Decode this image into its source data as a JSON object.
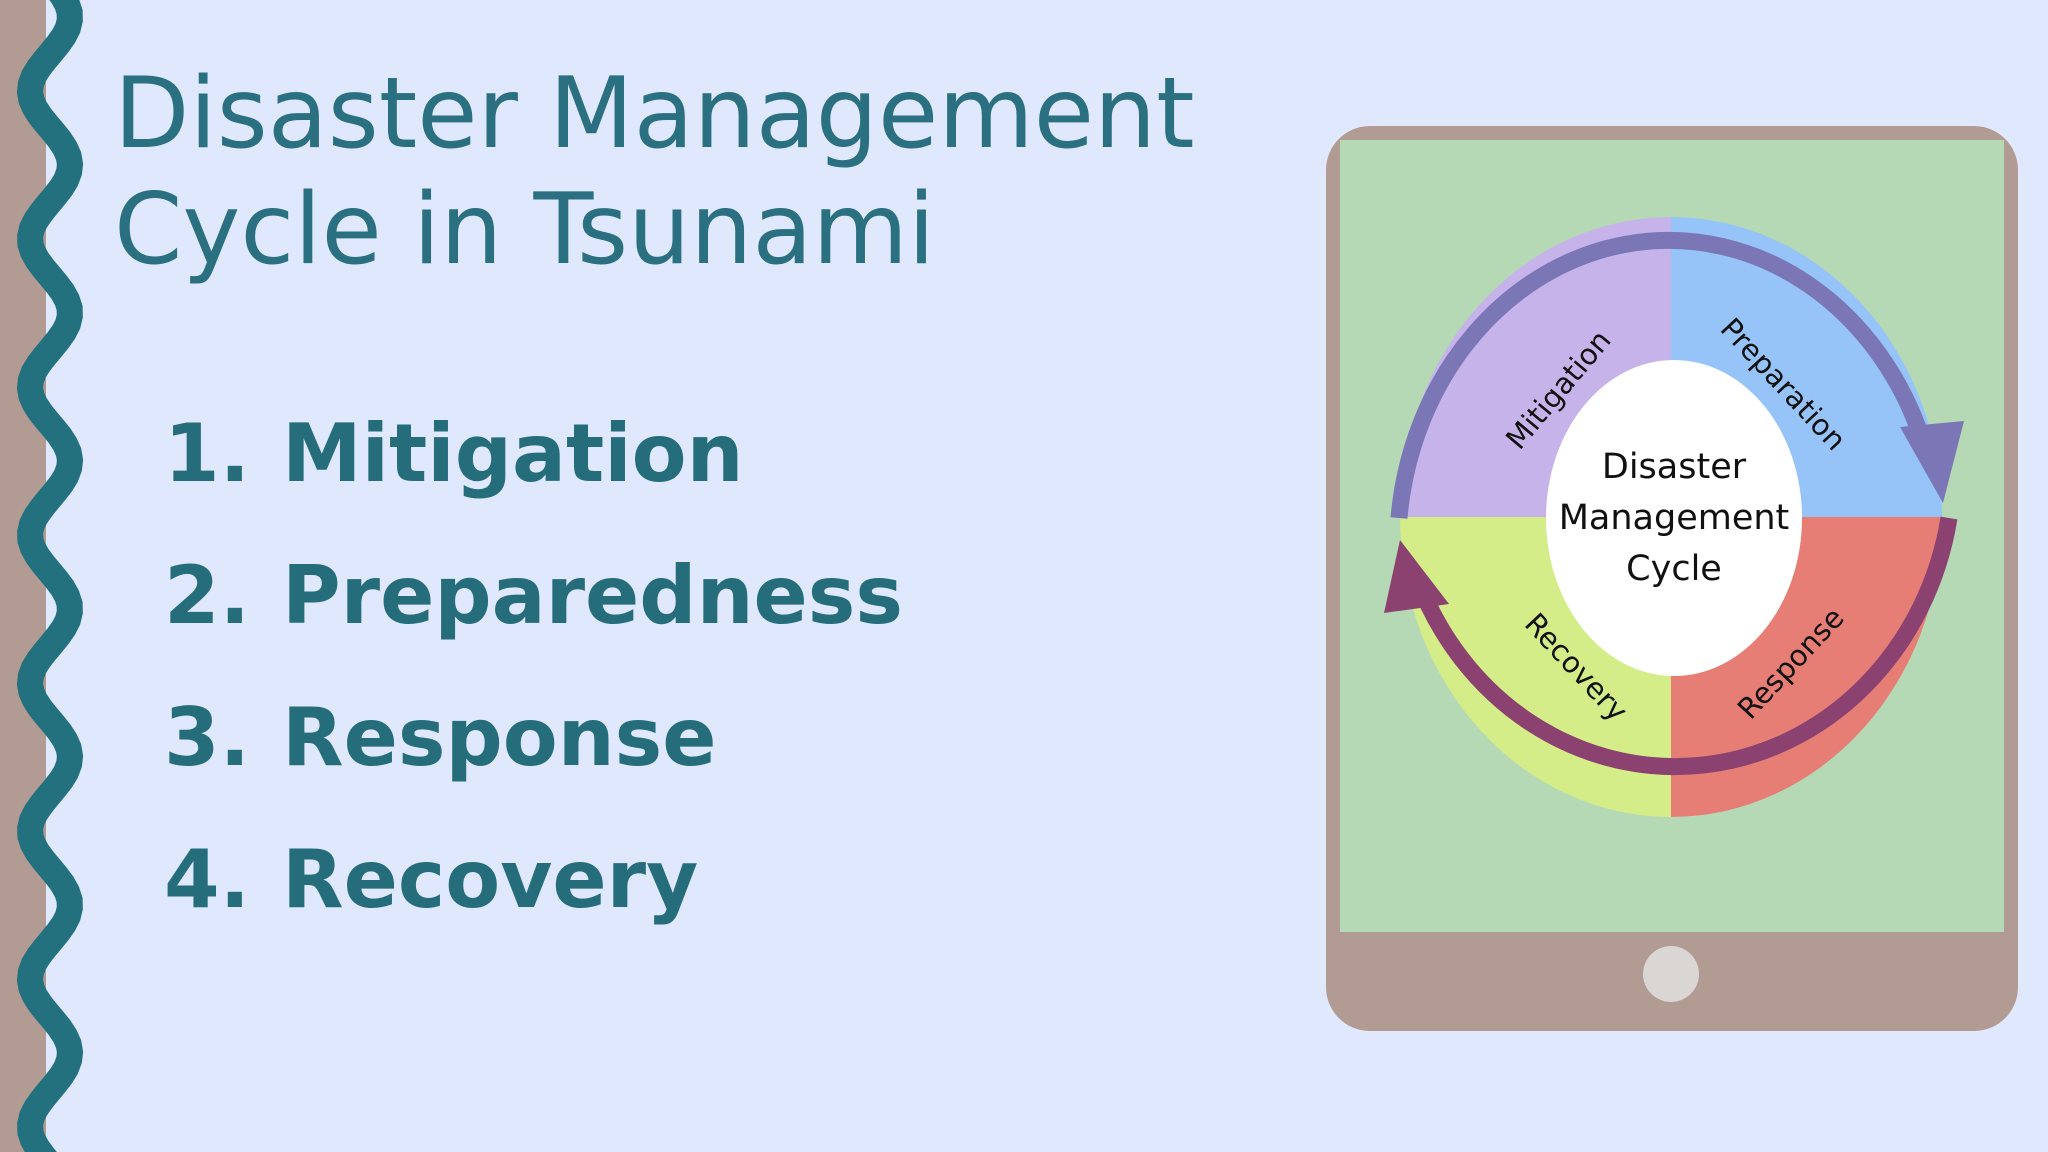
{
  "slide": {
    "title_lines": [
      "Disaster Management",
      "Cycle in Tsunami"
    ],
    "topics": [
      {
        "number": "1.",
        "label": "Mitigation"
      },
      {
        "number": "2.",
        "label": "Preparedness"
      },
      {
        "number": "3.",
        "label": "Response"
      },
      {
        "number": "4.",
        "label": "Recovery"
      }
    ]
  },
  "diagram": {
    "center_lines": [
      "Disaster",
      "Management",
      "Cycle"
    ],
    "segments": [
      {
        "label": "Mitigation",
        "color": "#c6b3ea"
      },
      {
        "label": "Preparation",
        "color": "#96c4f8"
      },
      {
        "label": "Response",
        "color": "#e67e75"
      },
      {
        "label": "Recovery",
        "color": "#d4ed88"
      }
    ],
    "arrow_top_color": "#7b77b6",
    "arrow_bottom_color": "#8c4270"
  },
  "colors": {
    "background": "#dfe8fd",
    "wave": "#23707f",
    "wave_backing": "#b29b92",
    "tablet_frame": "#b29b92",
    "tablet_screen": "#b5d9b5",
    "text": "#266d7c"
  }
}
